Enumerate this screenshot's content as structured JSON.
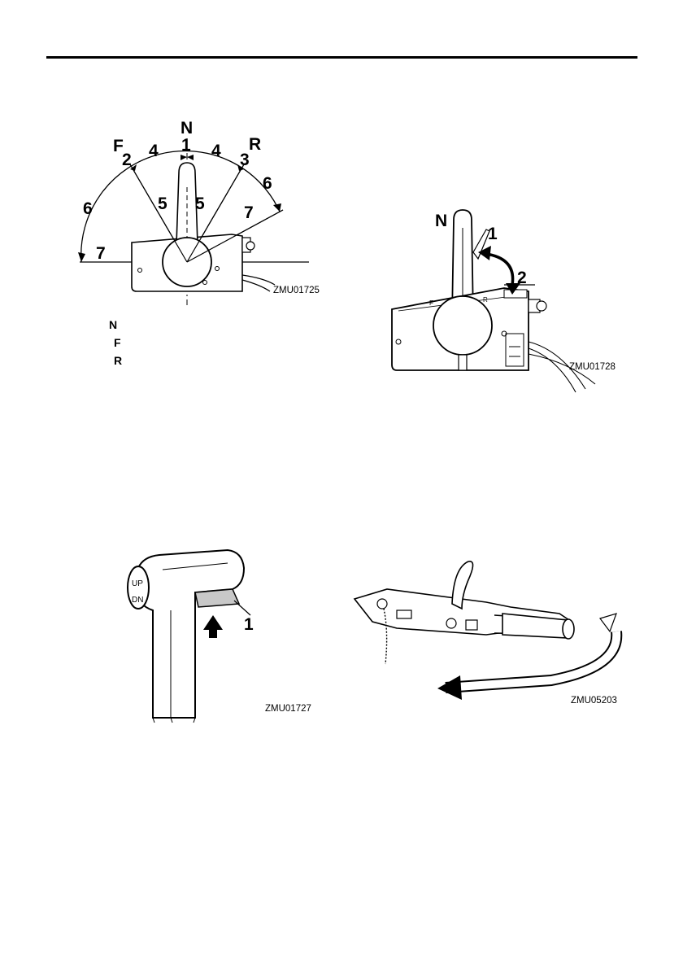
{
  "figures": [
    {
      "code": "ZMU01725",
      "markers": {
        "neutral": "N",
        "forward": "F",
        "reverse": "R"
      },
      "callouts": [
        "1",
        "2",
        "3",
        "4",
        "4",
        "5",
        "5",
        "6",
        "6",
        "7",
        "7"
      ]
    },
    {
      "code": "ZMU01728",
      "position_label": "N",
      "callouts": [
        "1",
        "2"
      ],
      "body_marks": [
        "F",
        "R"
      ]
    },
    {
      "code": "ZMU01727",
      "switch_labels": [
        "UP",
        "DN"
      ],
      "callouts": [
        "1"
      ]
    },
    {
      "code": "ZMU05203"
    }
  ],
  "legend": [
    "N",
    "F",
    "R"
  ]
}
